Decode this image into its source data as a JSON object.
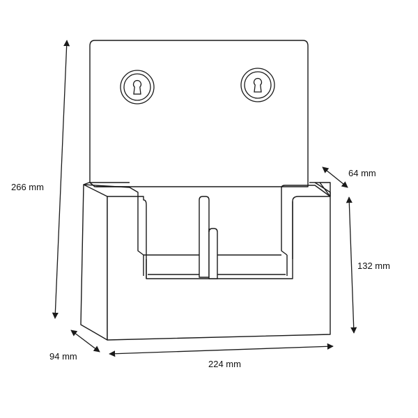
{
  "product": {
    "stroke_color": "#1a1a1a",
    "fill_color": "#ffffff",
    "mounting_holes": [
      {
        "icon": "keyhole-icon"
      },
      {
        "icon": "keyhole-icon"
      }
    ]
  },
  "dimensions": {
    "total_height": "266 mm",
    "back_depth": "64 mm",
    "front_height": "132 mm",
    "base_depth": "94 mm",
    "width": "224 mm"
  },
  "colors": {
    "line": "#1a1a1a",
    "text": "#111111",
    "background": "#ffffff"
  }
}
